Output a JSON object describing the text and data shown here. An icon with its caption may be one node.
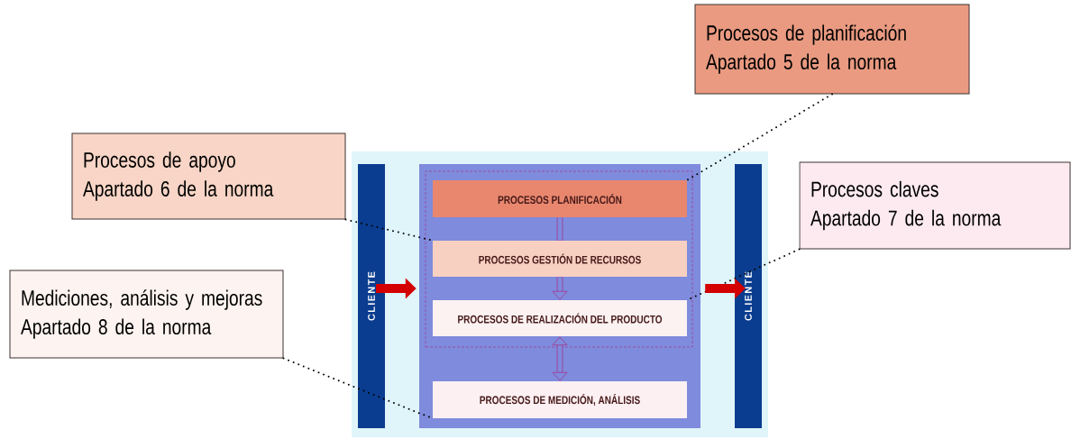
{
  "diagram": {
    "nodes": [
      {
        "text": [
          "Procesos de planificación",
          "Apartado 5 de la norma"
        ]
      },
      {
        "text": [
          "Procesos de apoyo",
          "Apartado 6 de la norma"
        ]
      },
      {
        "text": [
          "Procesos claves",
          "Apartado 7 de la norma"
        ]
      },
      {
        "text": [
          "Mediciones, análisis y mejoras",
          "Apartado 8 de la norma"
        ]
      },
      {
        "text": [
          "CLIENTE"
        ]
      },
      {
        "text": [],
        "shape": "box"
      },
      {
        "text": [],
        "shape": "box",
        "in": 5
      },
      {
        "text": [
          "PROCESOS PLANIFICACIÓN"
        ],
        "in": 6
      },
      {
        "text": [
          "PROCESOS GESTIÓN DE RECURSOS"
        ],
        "in": 6
      },
      {
        "text": [
          "PROCESOS DE REALIZACIÓN DEL PRODUCTO"
        ],
        "in": 6
      },
      {
        "text": [
          "PROCESOS DE MEDICIÓN, ANÁLISIS"
        ],
        "in": 5
      },
      {
        "text": [
          "CLIENTE"
        ]
      }
    ],
    "edges": [
      {
        "from": 0,
        "to": 7,
        "arrow": "none",
        "style": "dashed"
      },
      {
        "from": 1,
        "to": 8,
        "arrow": "none",
        "style": "dashed"
      },
      {
        "from": 2,
        "to": 9,
        "arrow": "none",
        "style": "dashed"
      },
      {
        "from": 4,
        "to": 5,
        "arrow": "to",
        "color": "#d40000"
      },
      {
        "from": 7,
        "to": 8,
        "arrow": "none",
        "color": "#a0409a"
      },
      {
        "from": 8,
        "to": 9,
        "arrow": "to",
        "color": "#a0409a"
      },
      {
        "from": 5,
        "to": 11,
        "arrow": "to",
        "color": "#d40000"
      },
      {
        "from": 3,
        "to": 10,
        "arrow": "none",
        "style": "dashed"
      },
      {
        "from": 9,
        "to": 10,
        "arrow": "both",
        "color": "#a0409a"
      }
    ]
  }
}
